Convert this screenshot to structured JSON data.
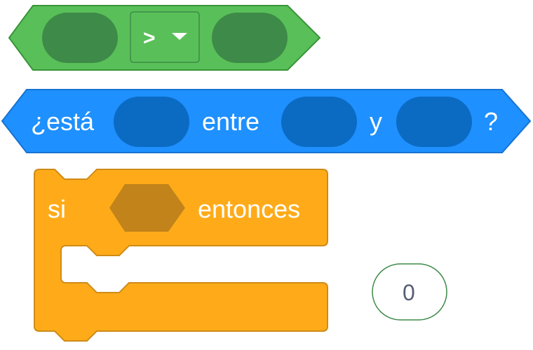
{
  "colors": {
    "operators_fill": "#59c059",
    "operators_stroke": "#389438",
    "operators_slot": "#3e8a48",
    "sensing_fill": "#1e90ff",
    "sensing_stroke": "#1673d1",
    "sensing_slot": "#0b6bc3",
    "control_fill": "#ffab19",
    "control_stroke": "#cf8b17",
    "control_slot": "#c2831a",
    "reporter_border": "#3e8a48",
    "reporter_text": "#575e75"
  },
  "blocks": {
    "comparison": {
      "operator": ">",
      "dropdown_icon": "dropdown-triangle-icon"
    },
    "between": {
      "label_start": "¿está",
      "label_middle": "entre",
      "label_and": "y",
      "label_end": "?"
    },
    "if_then": {
      "label_if": "si",
      "label_then": "entonces"
    },
    "number_reporter": {
      "value": "0"
    }
  }
}
